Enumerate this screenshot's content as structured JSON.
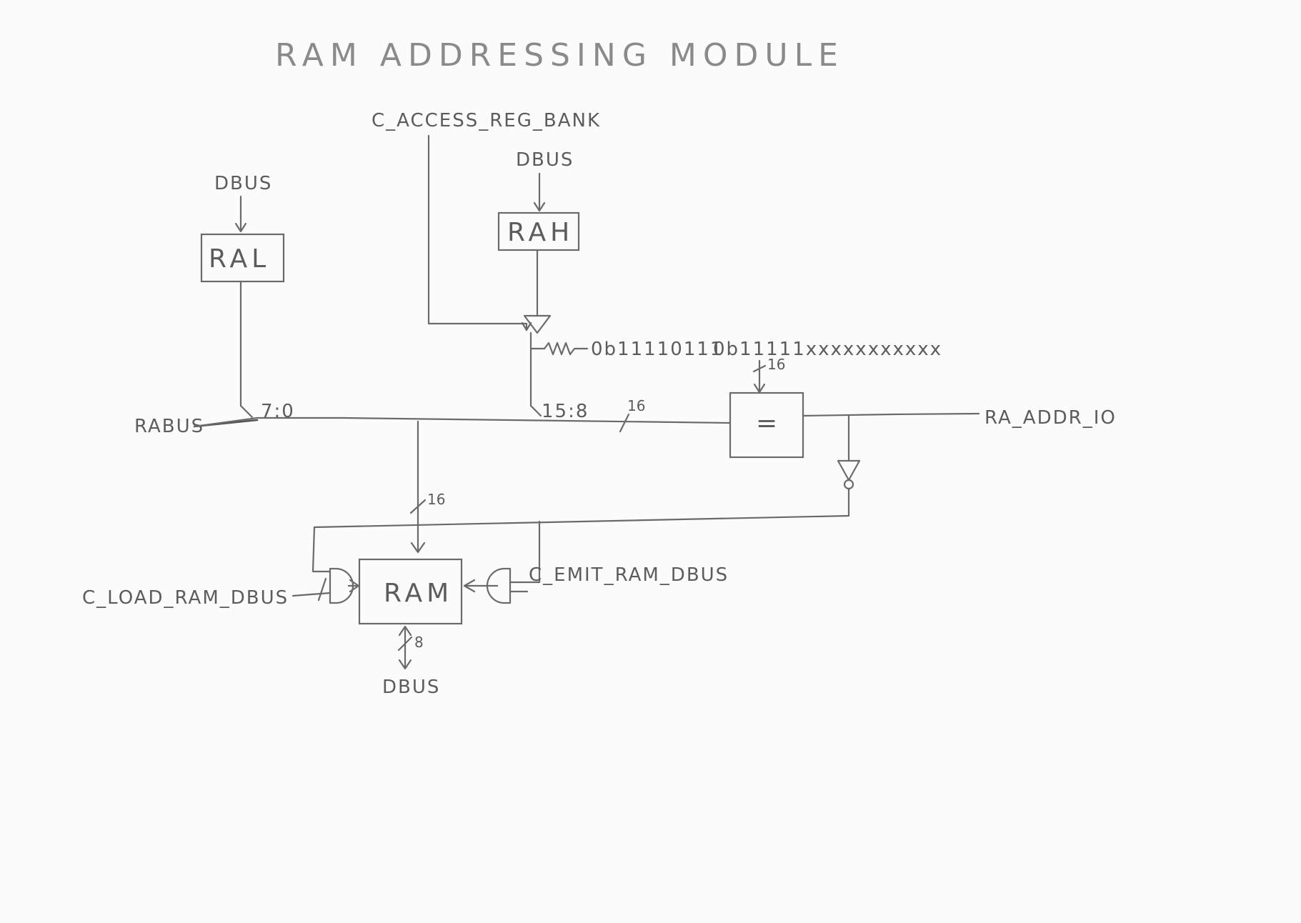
{
  "title": "RAM ADDRESSING MODULE",
  "signals": {
    "c_access_reg_bank": "C_ACCESS_REG_BANK",
    "c_load_ram_dbus": "C_LOAD_RAM_DBUS",
    "c_emit_ram_dbus": "C_EMIT_RAM_DBUS",
    "ra_addr_io": "RA_ADDR_IO",
    "rabus": "RABUS"
  },
  "components": {
    "ral": "RAL",
    "rah": "RAH",
    "ram": "RAM",
    "comparator": "="
  },
  "dbus_labels": [
    "DBUS",
    "DBUS",
    "DBUS"
  ],
  "constants": {
    "pullup": "0b11110111",
    "compare": "0b11111xxxxxxxxxxx"
  },
  "bus_labels": {
    "ral_bits": "7:0",
    "rah_bits": "15:8",
    "bus_width": "16",
    "compare_width": "16",
    "ram_addr_width": "16",
    "ram_data_width": "8"
  }
}
